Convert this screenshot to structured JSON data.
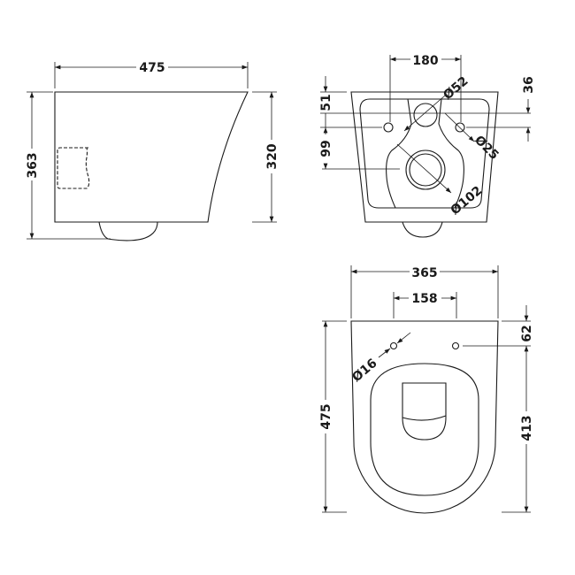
{
  "side_view": {
    "width": "475",
    "overall_height": "363",
    "body_height": "320"
  },
  "back_view": {
    "fixing_spacing": "180",
    "inlet_diameter": "Ø52",
    "fixing_diameter": "Ø25",
    "outlet_diameter": "Ø102",
    "inlet_offset": "51",
    "outlet_offset": "99",
    "fixing_offset": "36"
  },
  "top_view": {
    "width": "365",
    "seat_fixing_spacing": "158",
    "length": "475",
    "fixing_hole_diameter": "Ø16",
    "fixing_offset": "62",
    "fixing_to_front": "413"
  },
  "colors": {
    "line": "#1a1a1a",
    "background": "#ffffff"
  }
}
